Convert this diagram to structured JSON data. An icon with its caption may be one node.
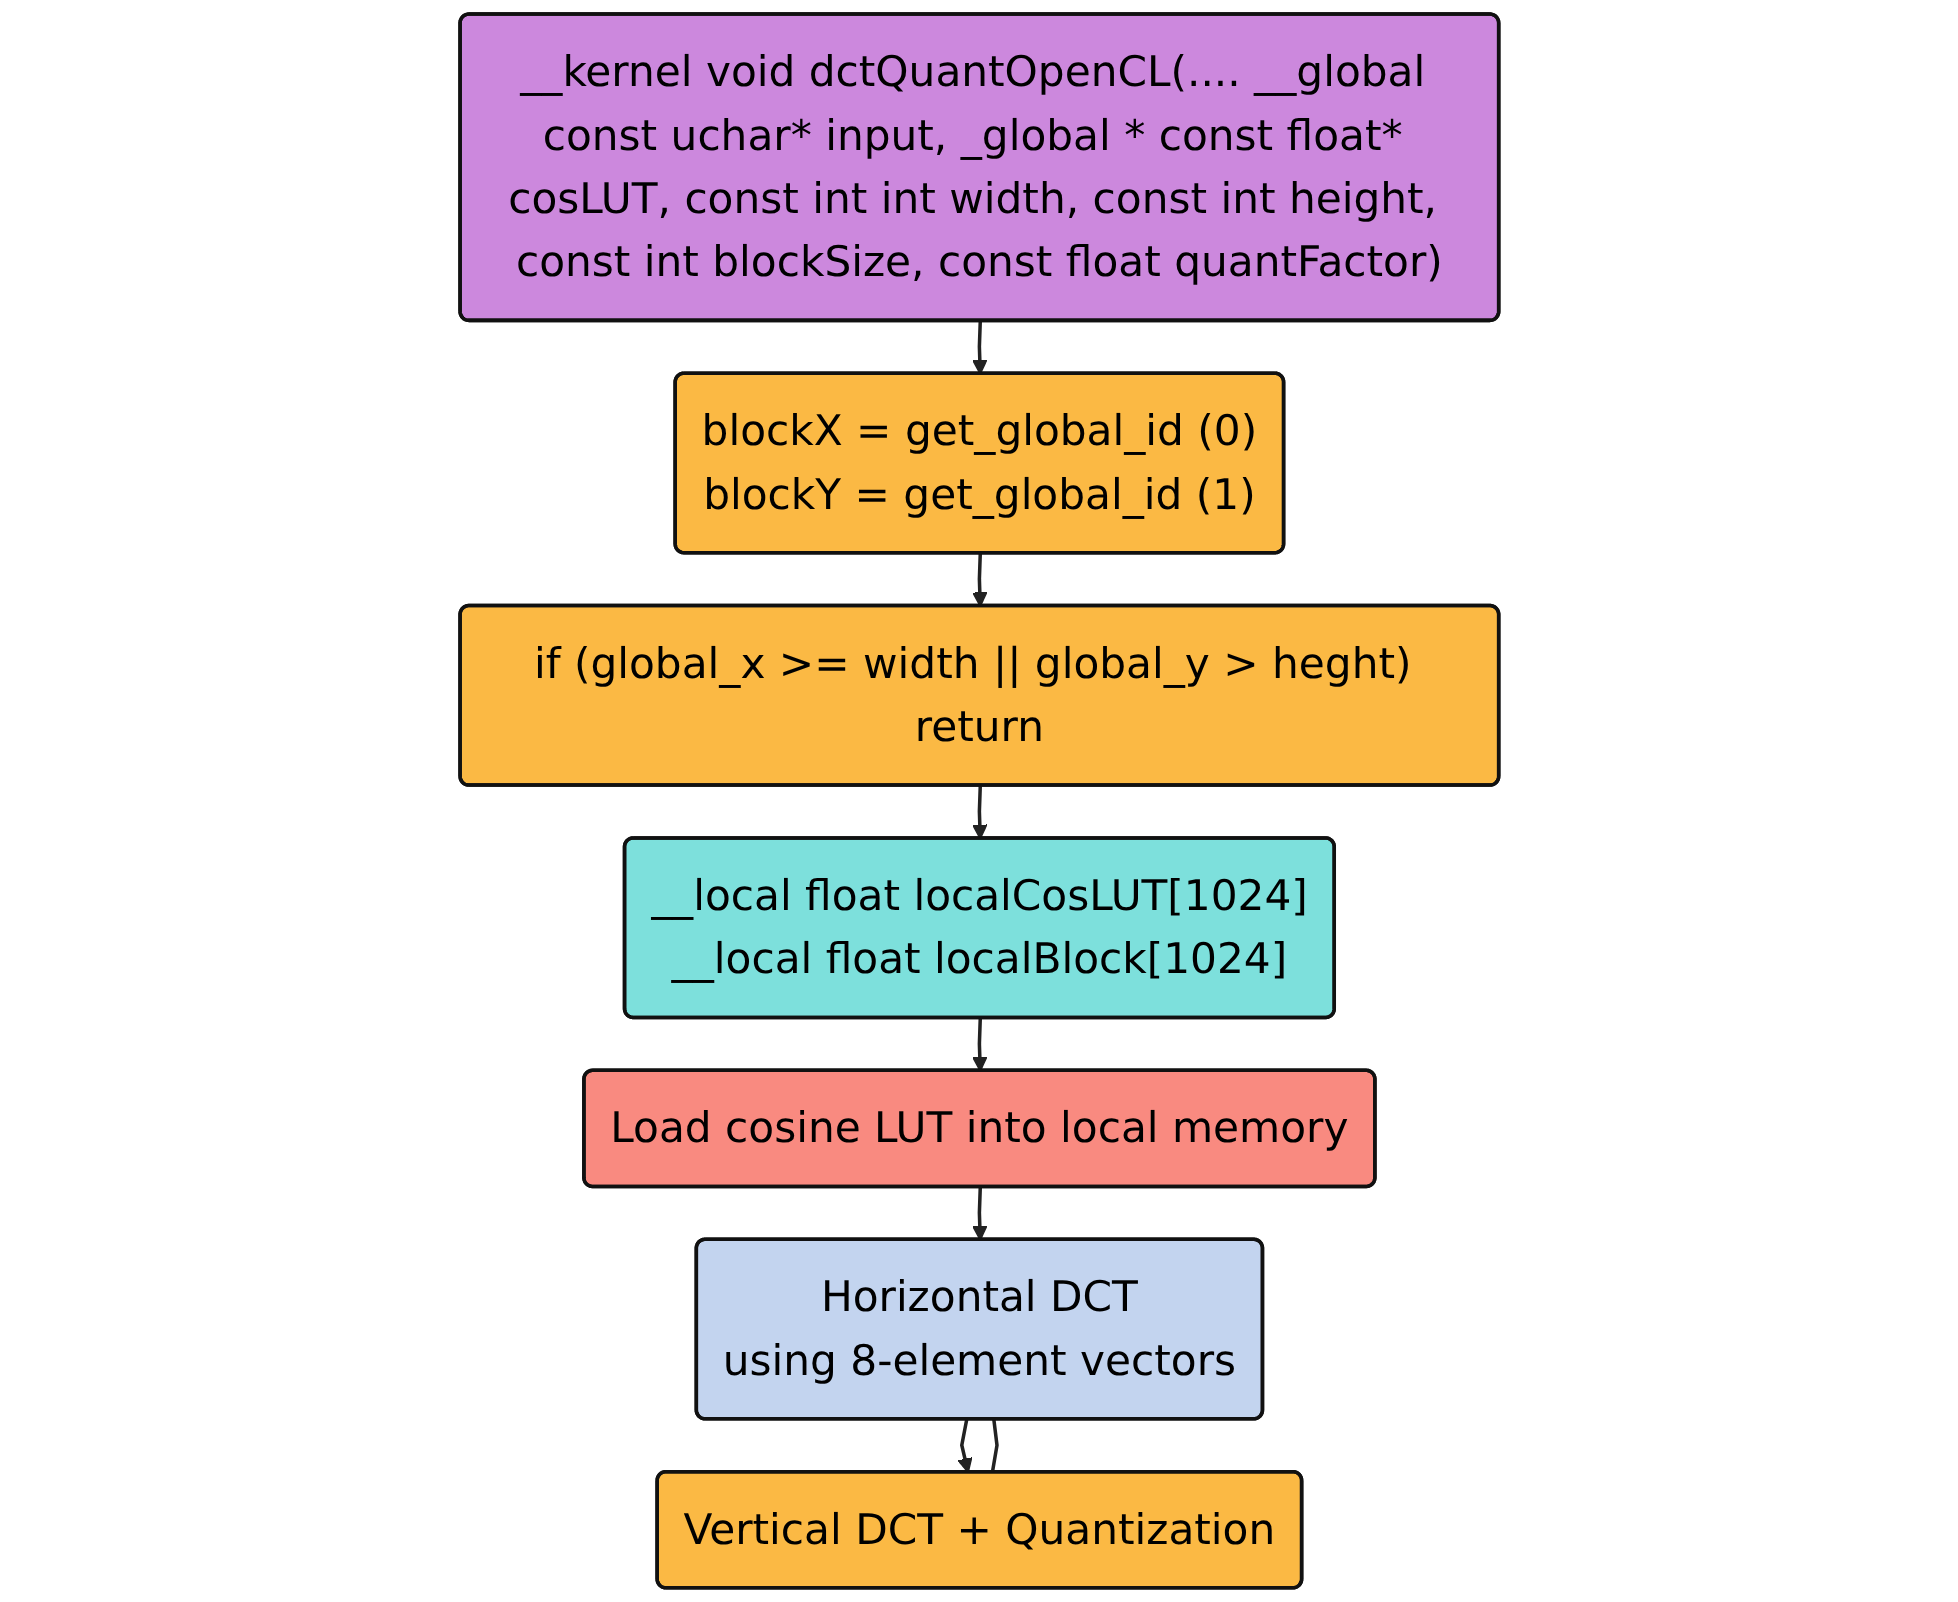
{
  "diagram": {
    "nodes": [
      {
        "text": [
          "__kernel void dctQuantOpenCL(.... __global const uchar* input, _global * const float* cosLUT, const int int width, const int height, const int blockSize, const float quantFactor)"
        ]
      },
      {
        "text": [
          "blockX = get_global_id (0)",
          "blockY = get_global_id (1)"
        ]
      },
      {
        "text": [
          "if (global_x >= width || global_y > heght) return"
        ]
      },
      {
        "text": [
          "__local float localCosLUT[1024]",
          "__local float localBlock[1024]"
        ]
      },
      {
        "text": [
          "Load cosine LUT into local memory"
        ]
      },
      {
        "text": [
          "Horizontal DCT",
          "using 8-element vectors"
        ]
      },
      {
        "text": [
          "Vertical DCT + Quantization"
        ]
      }
    ],
    "edges": [
      {
        "from": 0,
        "to": 1,
        "arrow": "to"
      },
      {
        "from": 1,
        "to": 2,
        "arrow": "to"
      },
      {
        "from": 2,
        "to": 3,
        "arrow": "to"
      },
      {
        "from": 3,
        "to": 4,
        "arrow": "to"
      },
      {
        "from": 4,
        "to": 5,
        "arrow": "to"
      },
      {
        "from": 5,
        "to": 6,
        "arrow": "to"
      },
      {
        "from": 6,
        "to": 5,
        "arrow": "none"
      }
    ]
  }
}
